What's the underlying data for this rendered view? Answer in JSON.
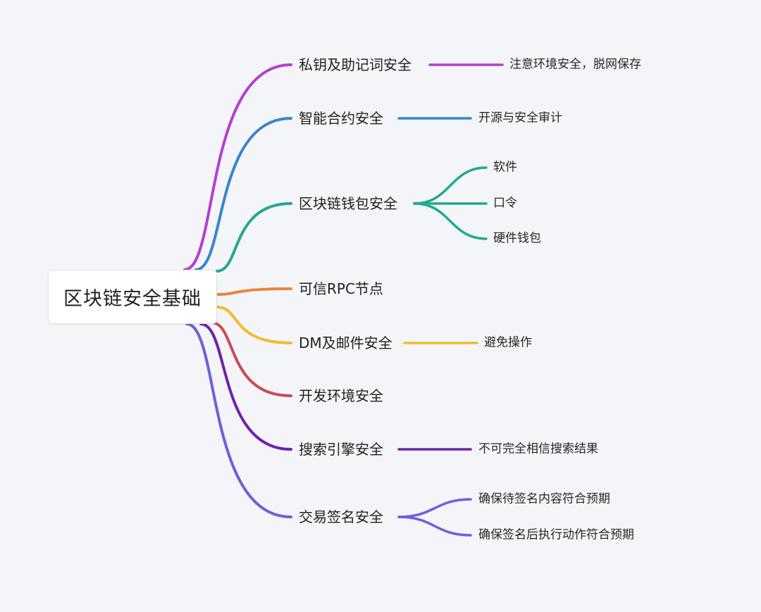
{
  "root": {
    "label": "区块链安全基础"
  },
  "branches": [
    {
      "label": "私钥及助记词安全",
      "color": "#b43fd1",
      "children": [
        "注意环境安全，脱网保存"
      ]
    },
    {
      "label": "智能合约安全",
      "color": "#3a85cc",
      "children": [
        "开源与安全审计"
      ]
    },
    {
      "label": "区块链钱包安全",
      "color": "#23a892",
      "children": [
        "软件",
        "口令",
        "硬件钱包"
      ]
    },
    {
      "label": "可信RPC节点",
      "color": "#e8853e",
      "children": []
    },
    {
      "label": "DM及邮件安全",
      "color": "#efbd2c",
      "children": [
        "避免操作"
      ]
    },
    {
      "label": "开发环境安全",
      "color": "#cc4a55",
      "children": []
    },
    {
      "label": "搜索引擎安全",
      "color": "#7021ab",
      "children": [
        "不可完全相信搜索结果"
      ]
    },
    {
      "label": "交易签名安全",
      "color": "#6e5fdc",
      "children": [
        "确保待签名内容符合预期",
        "确保签名后执行动作符合预期"
      ]
    }
  ]
}
